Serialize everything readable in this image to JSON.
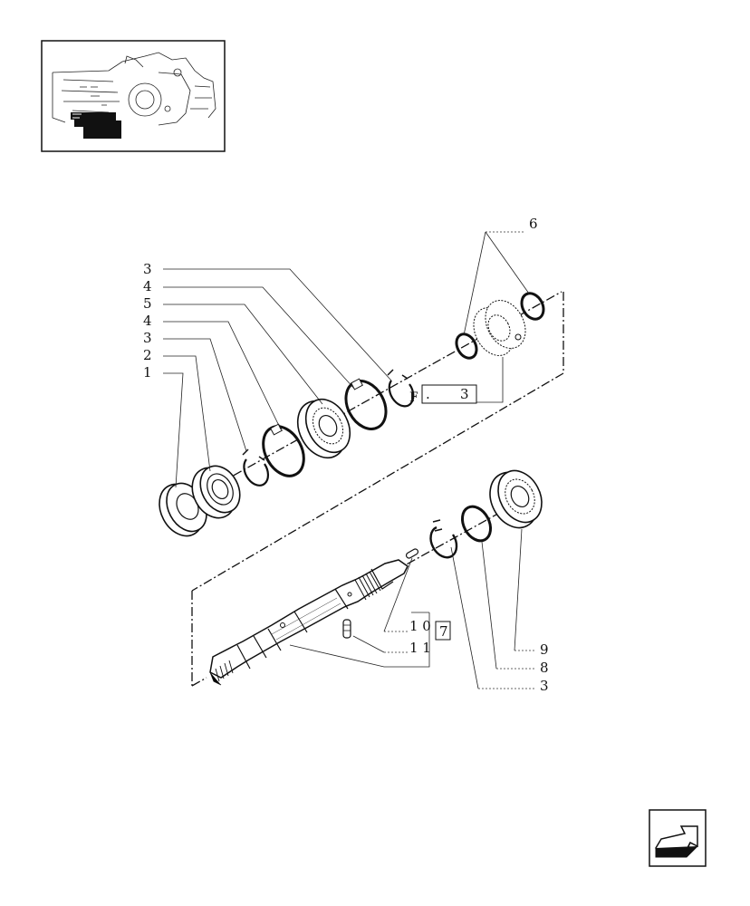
{
  "labels": {
    "left": [
      "3",
      "4",
      "5",
      "4",
      "3",
      "2",
      "1"
    ],
    "top_right": "6",
    "fig_ref": "3",
    "lower_ref_a": "1 0",
    "lower_ref_b": "1 1",
    "lower_box": "7",
    "right_lower": [
      "9",
      "8",
      "3"
    ]
  },
  "icons": {
    "thumbnail": "machine-overview-thumbnail",
    "nav": "previous-page-arrow-icon"
  }
}
